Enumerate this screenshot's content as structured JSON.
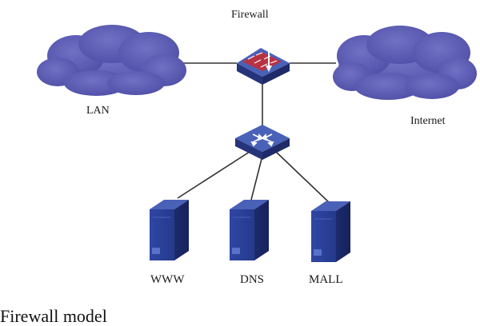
{
  "diagram": {
    "nodes": {
      "firewall": {
        "label": "Firewall"
      },
      "lan": {
        "label": "LAN"
      },
      "internet": {
        "label": "Internet"
      },
      "switch": {
        "label": ""
      },
      "www": {
        "label": "WWW"
      },
      "dns": {
        "label": "DNS"
      },
      "mall": {
        "label": "MALL"
      }
    },
    "connections": [
      [
        "lan",
        "firewall"
      ],
      [
        "firewall",
        "internet"
      ],
      [
        "firewall",
        "switch"
      ],
      [
        "switch",
        "www"
      ],
      [
        "switch",
        "dns"
      ],
      [
        "switch",
        "mall"
      ]
    ],
    "caption": "Firewall model",
    "colors": {
      "cloud": "#5b5bb0",
      "device": "#3c52a8",
      "device_side": "#26347a",
      "server": "#2c3f96",
      "line": "#333333",
      "firewall_band": "#c0303a"
    }
  }
}
